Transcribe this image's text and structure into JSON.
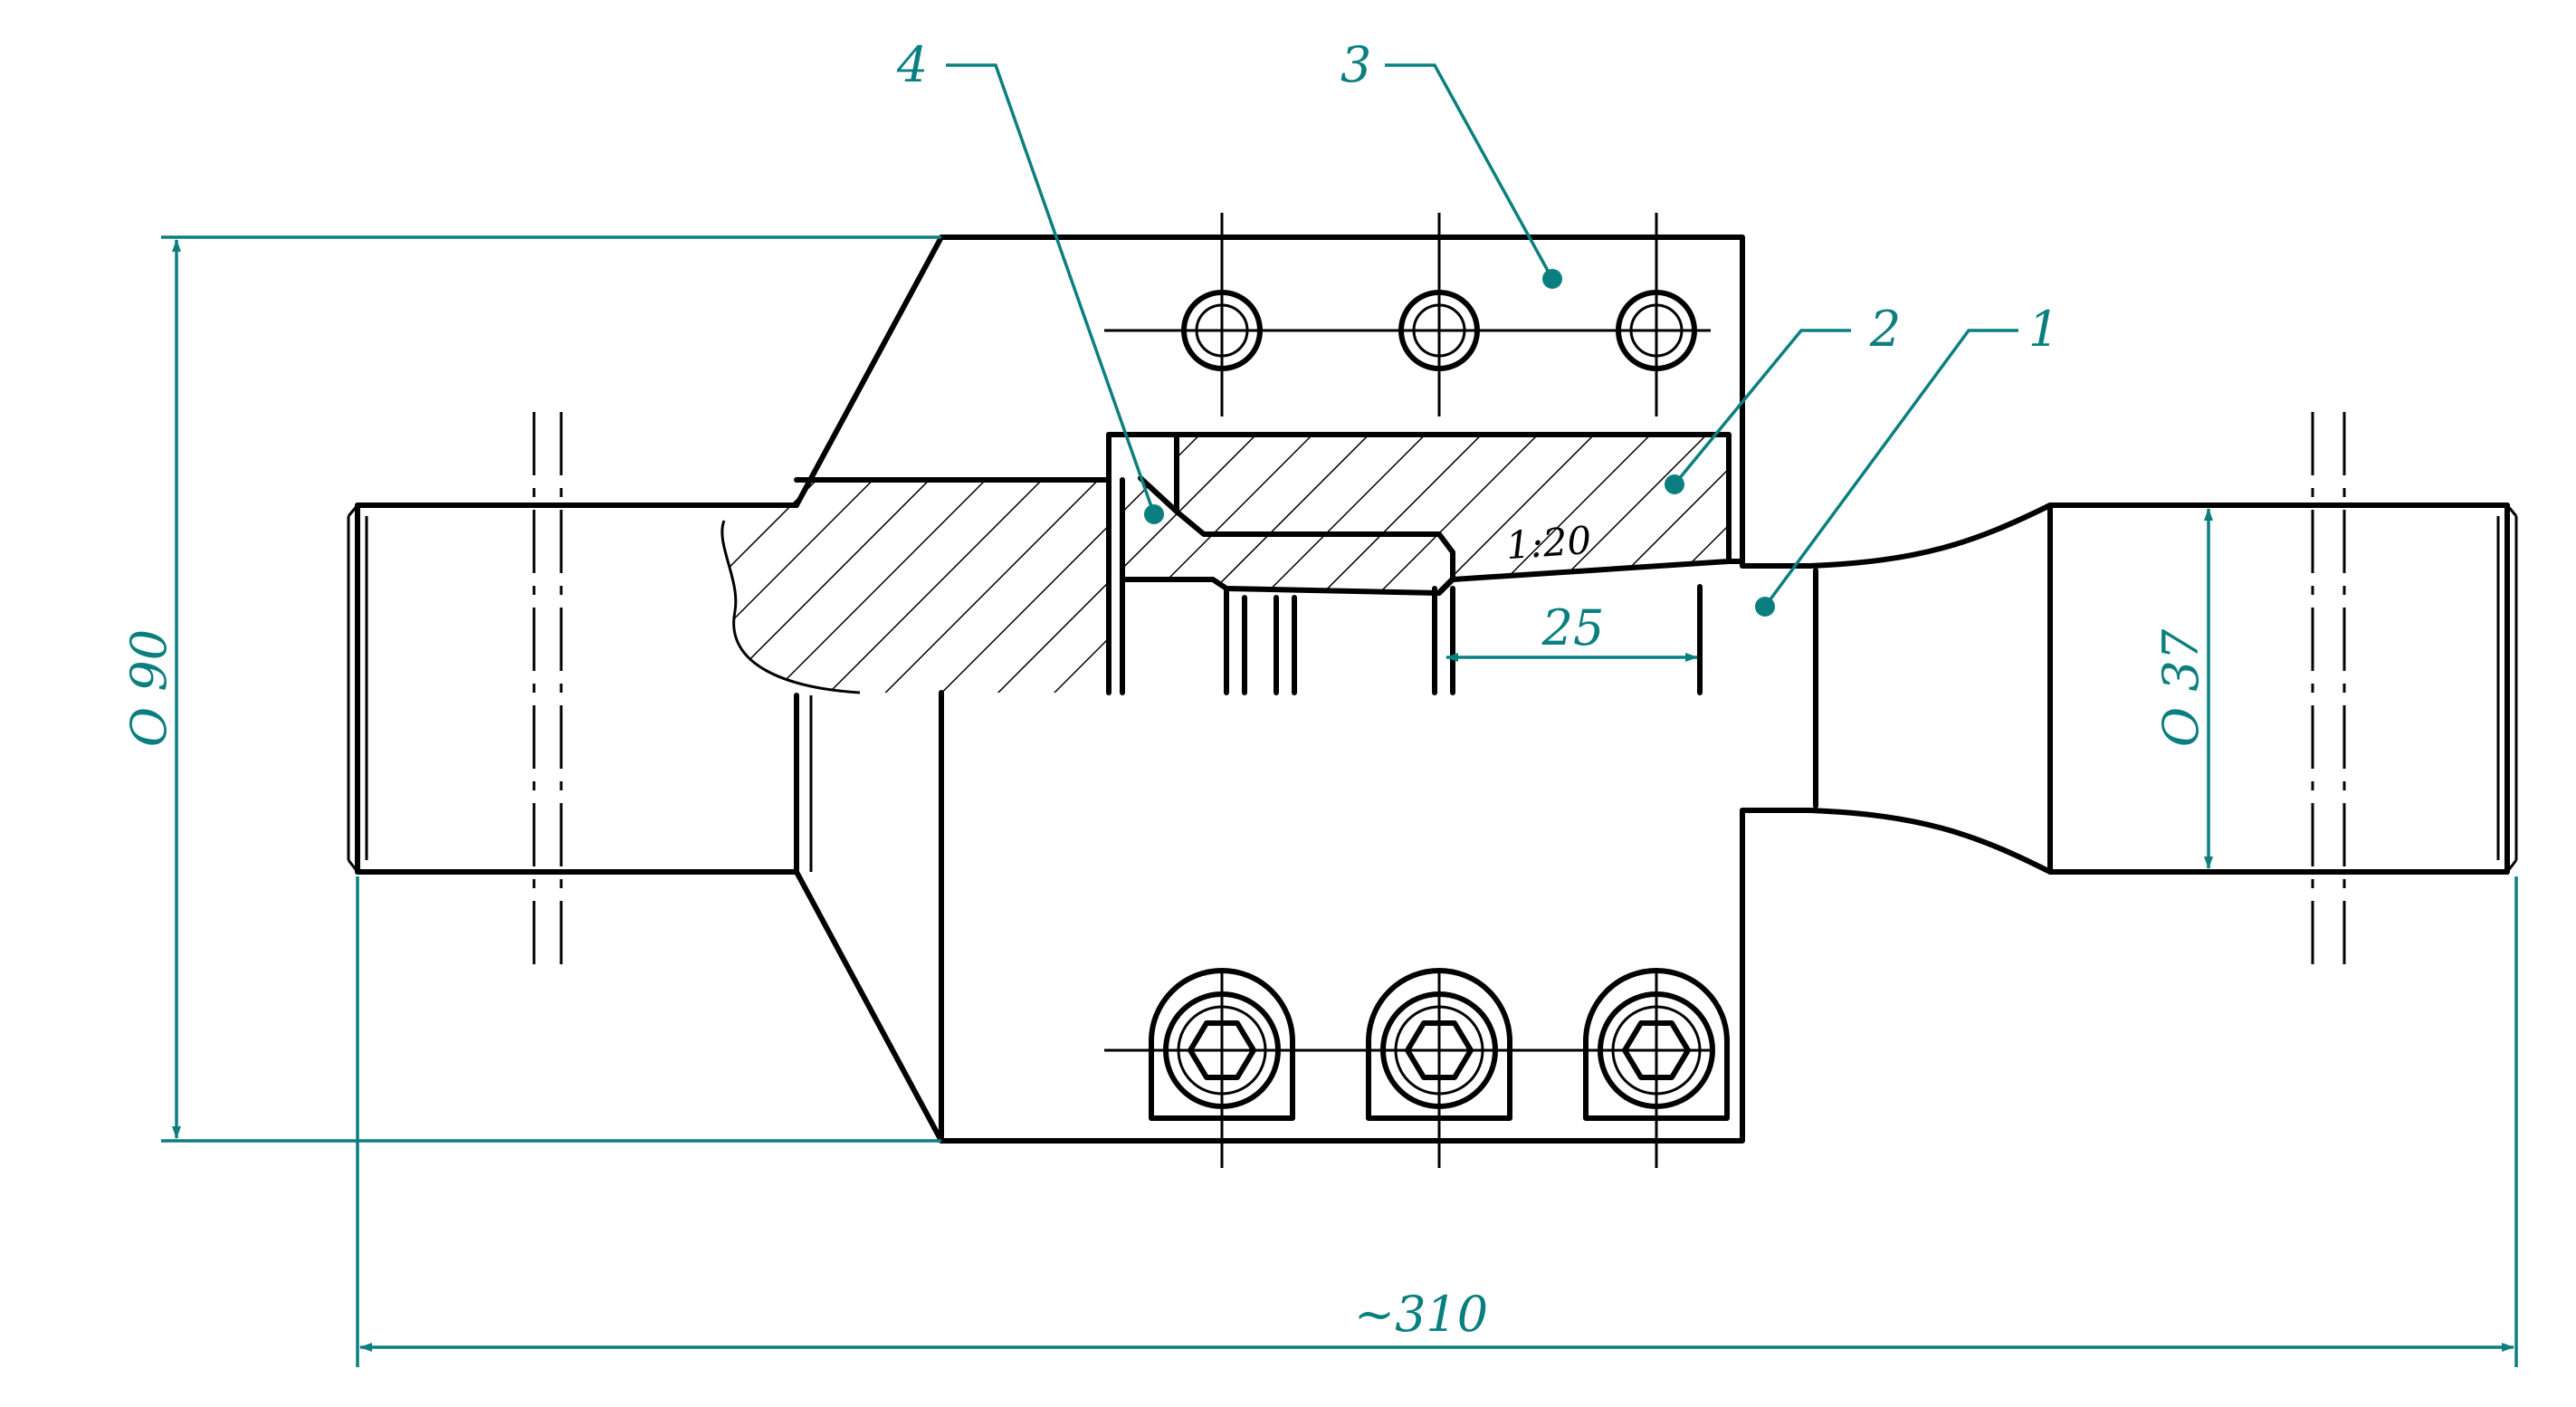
{
  "dimensions": {
    "diameter_large": "O 90",
    "diameter_small": "O 37",
    "length_overall": "~310",
    "length_taper": "25",
    "taper_ratio": "1:20"
  },
  "callouts": [
    {
      "label": "1"
    },
    {
      "label": "2"
    },
    {
      "label": "3"
    },
    {
      "label": "4"
    }
  ],
  "colors": {
    "outline": "#000000",
    "dimension": "#0b7f7f"
  }
}
